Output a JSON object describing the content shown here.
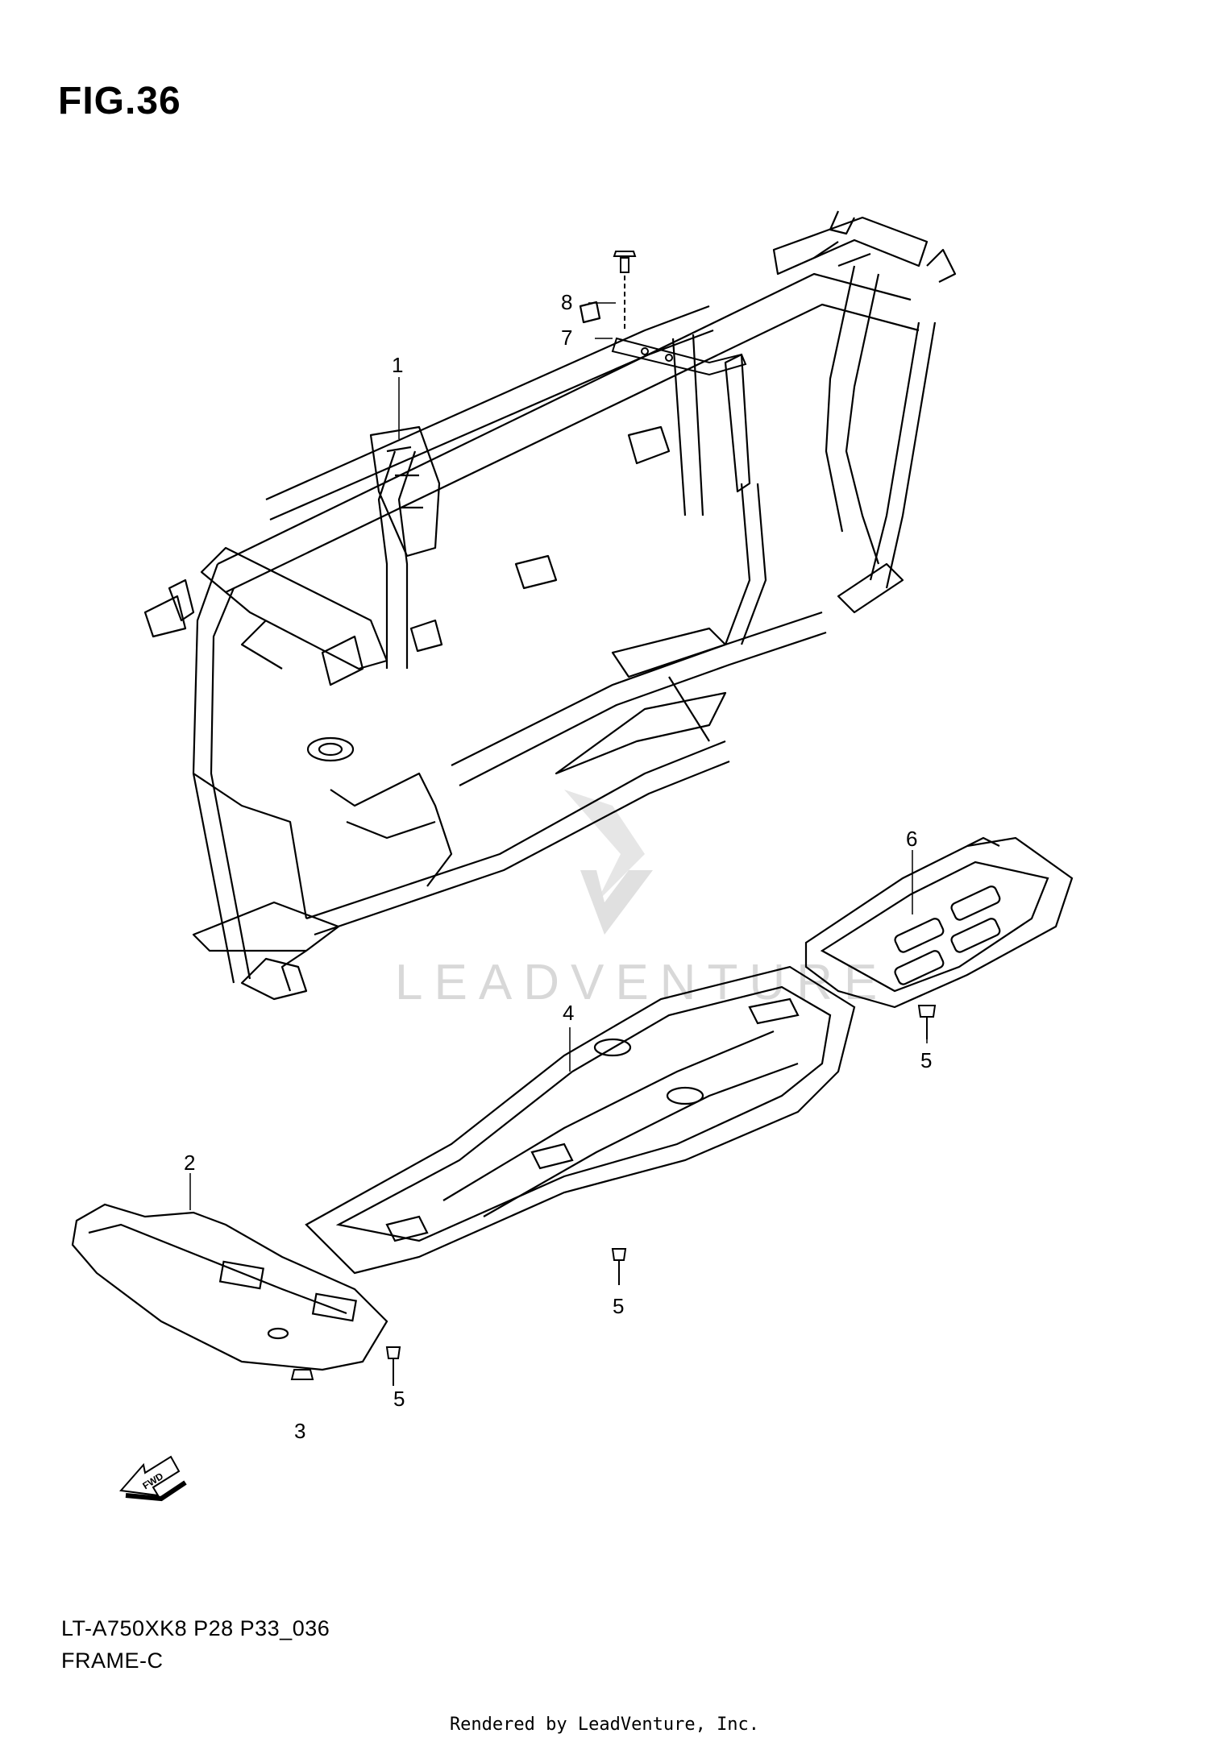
{
  "figure": {
    "title": "FIG.36",
    "model_code": "LT-A750XK8 P28 P33_036",
    "name": "FRAME-C"
  },
  "callouts": [
    {
      "id": "frame",
      "label": "1"
    },
    {
      "id": "front-skid-plate",
      "label": "2"
    },
    {
      "id": "nut",
      "label": "3"
    },
    {
      "id": "center-skid-plate",
      "label": "4"
    },
    {
      "id": "bolt-rear",
      "label": "5"
    },
    {
      "id": "bolt-center",
      "label": "5"
    },
    {
      "id": "bolt-front",
      "label": "5"
    },
    {
      "id": "rear-skid-plate",
      "label": "6"
    },
    {
      "id": "bracket",
      "label": "7"
    },
    {
      "id": "bolt-top",
      "label": "8"
    }
  ],
  "direction_arrow": {
    "label": "FWD"
  },
  "watermark": {
    "text": "LEADVENTURE"
  },
  "footer": {
    "text": "Rendered by LeadVenture, Inc."
  },
  "colors": {
    "line": "#000000",
    "background": "#ffffff",
    "watermark": "#d8d8d8"
  }
}
